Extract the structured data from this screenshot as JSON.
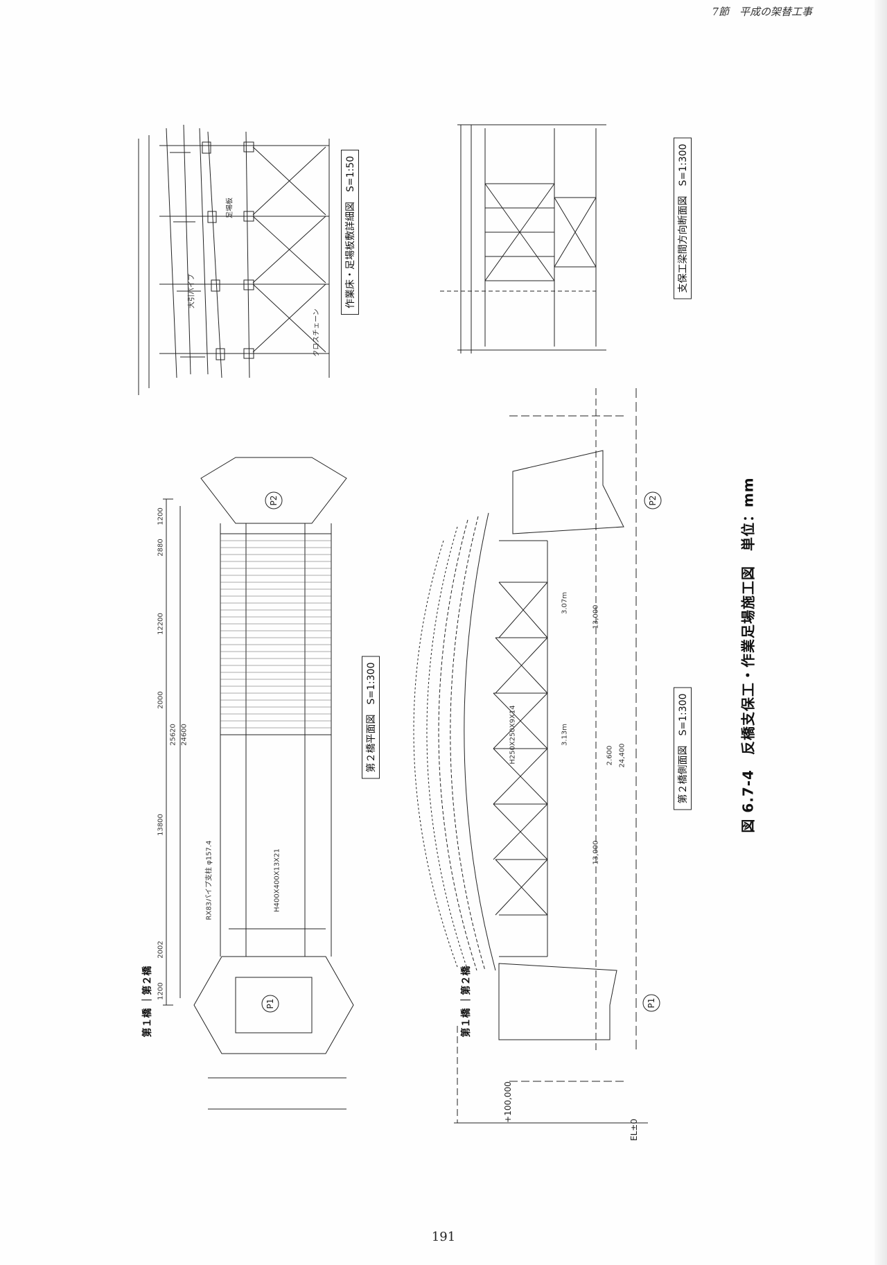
{
  "header": {
    "section": "7節　平成の架替工事"
  },
  "figure": {
    "caption": "図 6.7-4　反橋支保工・作業足場施工図　単位：mm",
    "drawings": {
      "detail": "作業床・足場板敷詳細図　S=1:50",
      "transverse": "支保工梁間方向断面図　S=1:300",
      "plan": "第２橋平面図　S=1:300",
      "side": "第２橋側面図　S=1:300"
    },
    "bridge_labels": {
      "plan": "第１橋 ｜第２橋",
      "side": "第１橋 ｜第２橋"
    },
    "piers": {
      "p1": "P1",
      "p2": "P2"
    },
    "levels": {
      "el_zero": "EL±0",
      "plus100": "+100,000"
    },
    "plan_dims": [
      "1200",
      "2002",
      "13800",
      "2000",
      "12200",
      "2880",
      "1200",
      "25620",
      "24600"
    ],
    "side_dims": [
      "13,000",
      "13,000",
      "3.13m",
      "3.07m",
      "2.600",
      "24,400"
    ],
    "member_notes": [
      "H400X400X13X21",
      "H250X250X9X14",
      "RX83パイプ支柱 φ157.4",
      "足場板",
      "クロスチェーン",
      "大引パイプ"
    ]
  },
  "footer": {
    "page_number": "191"
  }
}
